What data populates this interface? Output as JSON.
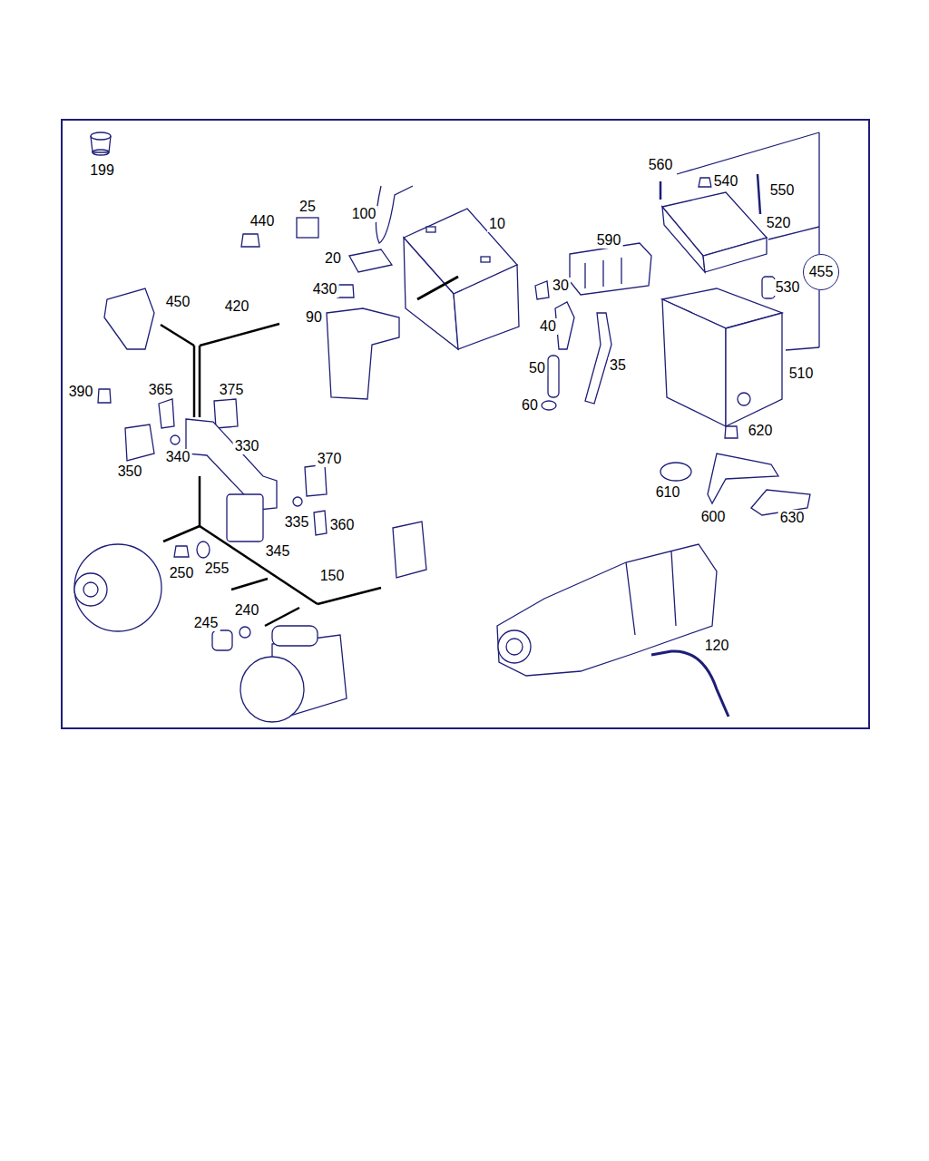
{
  "diagram": {
    "nodes": [
      {
        "text": [
          "199"
        ]
      },
      {
        "text": [
          "455"
        ]
      }
    ],
    "labels": [
      "560",
      "540",
      "550",
      "520",
      "440",
      "25",
      "100",
      "10",
      "590",
      "20",
      "430",
      "30",
      "530",
      "450",
      "420",
      "90",
      "40",
      "50",
      "35",
      "510",
      "390",
      "365",
      "375",
      "60",
      "620",
      "350",
      "340",
      "330",
      "370",
      "610",
      "600",
      "630",
      "335",
      "360",
      "345",
      "250",
      "255",
      "150",
      "240",
      "245",
      "120"
    ]
  }
}
